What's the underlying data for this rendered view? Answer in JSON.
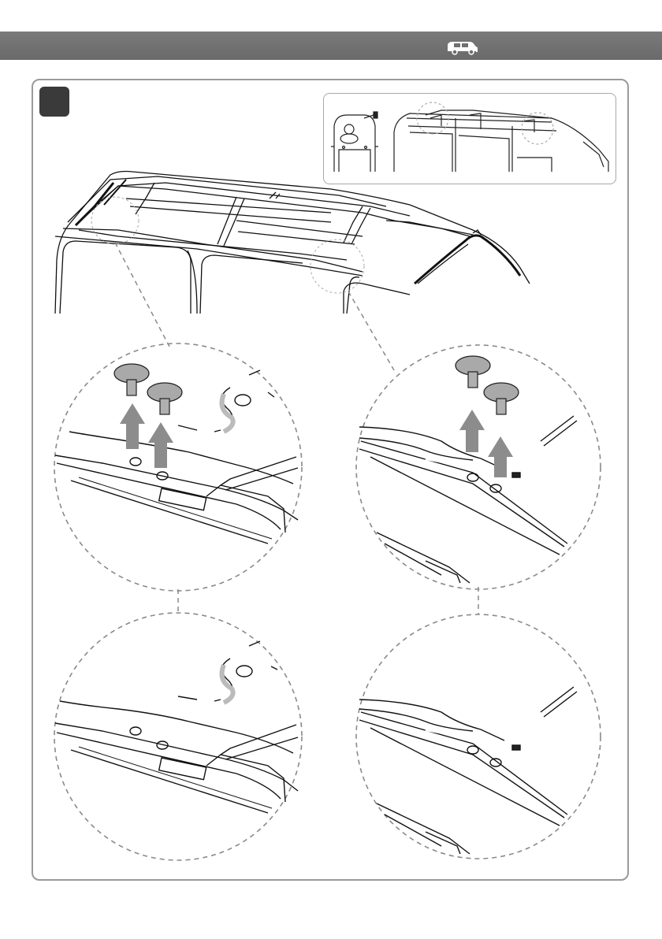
{
  "header": {
    "icon": "van-icon"
  },
  "step": {
    "label": ""
  },
  "illustration": {
    "inset_view": {
      "icon": "van-roof-overview"
    },
    "main_view": {
      "icon": "van-roof-with-rails"
    },
    "detail_top_left": {
      "icon": "roof-caps-removal-front"
    },
    "detail_top_right": {
      "icon": "roof-caps-removal-rear"
    },
    "detail_bottom_left": {
      "icon": "roof-mounting-holes-front"
    },
    "detail_bottom_right": {
      "icon": "roof-mounting-holes-rear"
    }
  },
  "colors": {
    "header_bg": "#707070",
    "arrow": "#8c8c8c",
    "cap": "#a9a9a9",
    "dashed": "#8a8a8a"
  }
}
